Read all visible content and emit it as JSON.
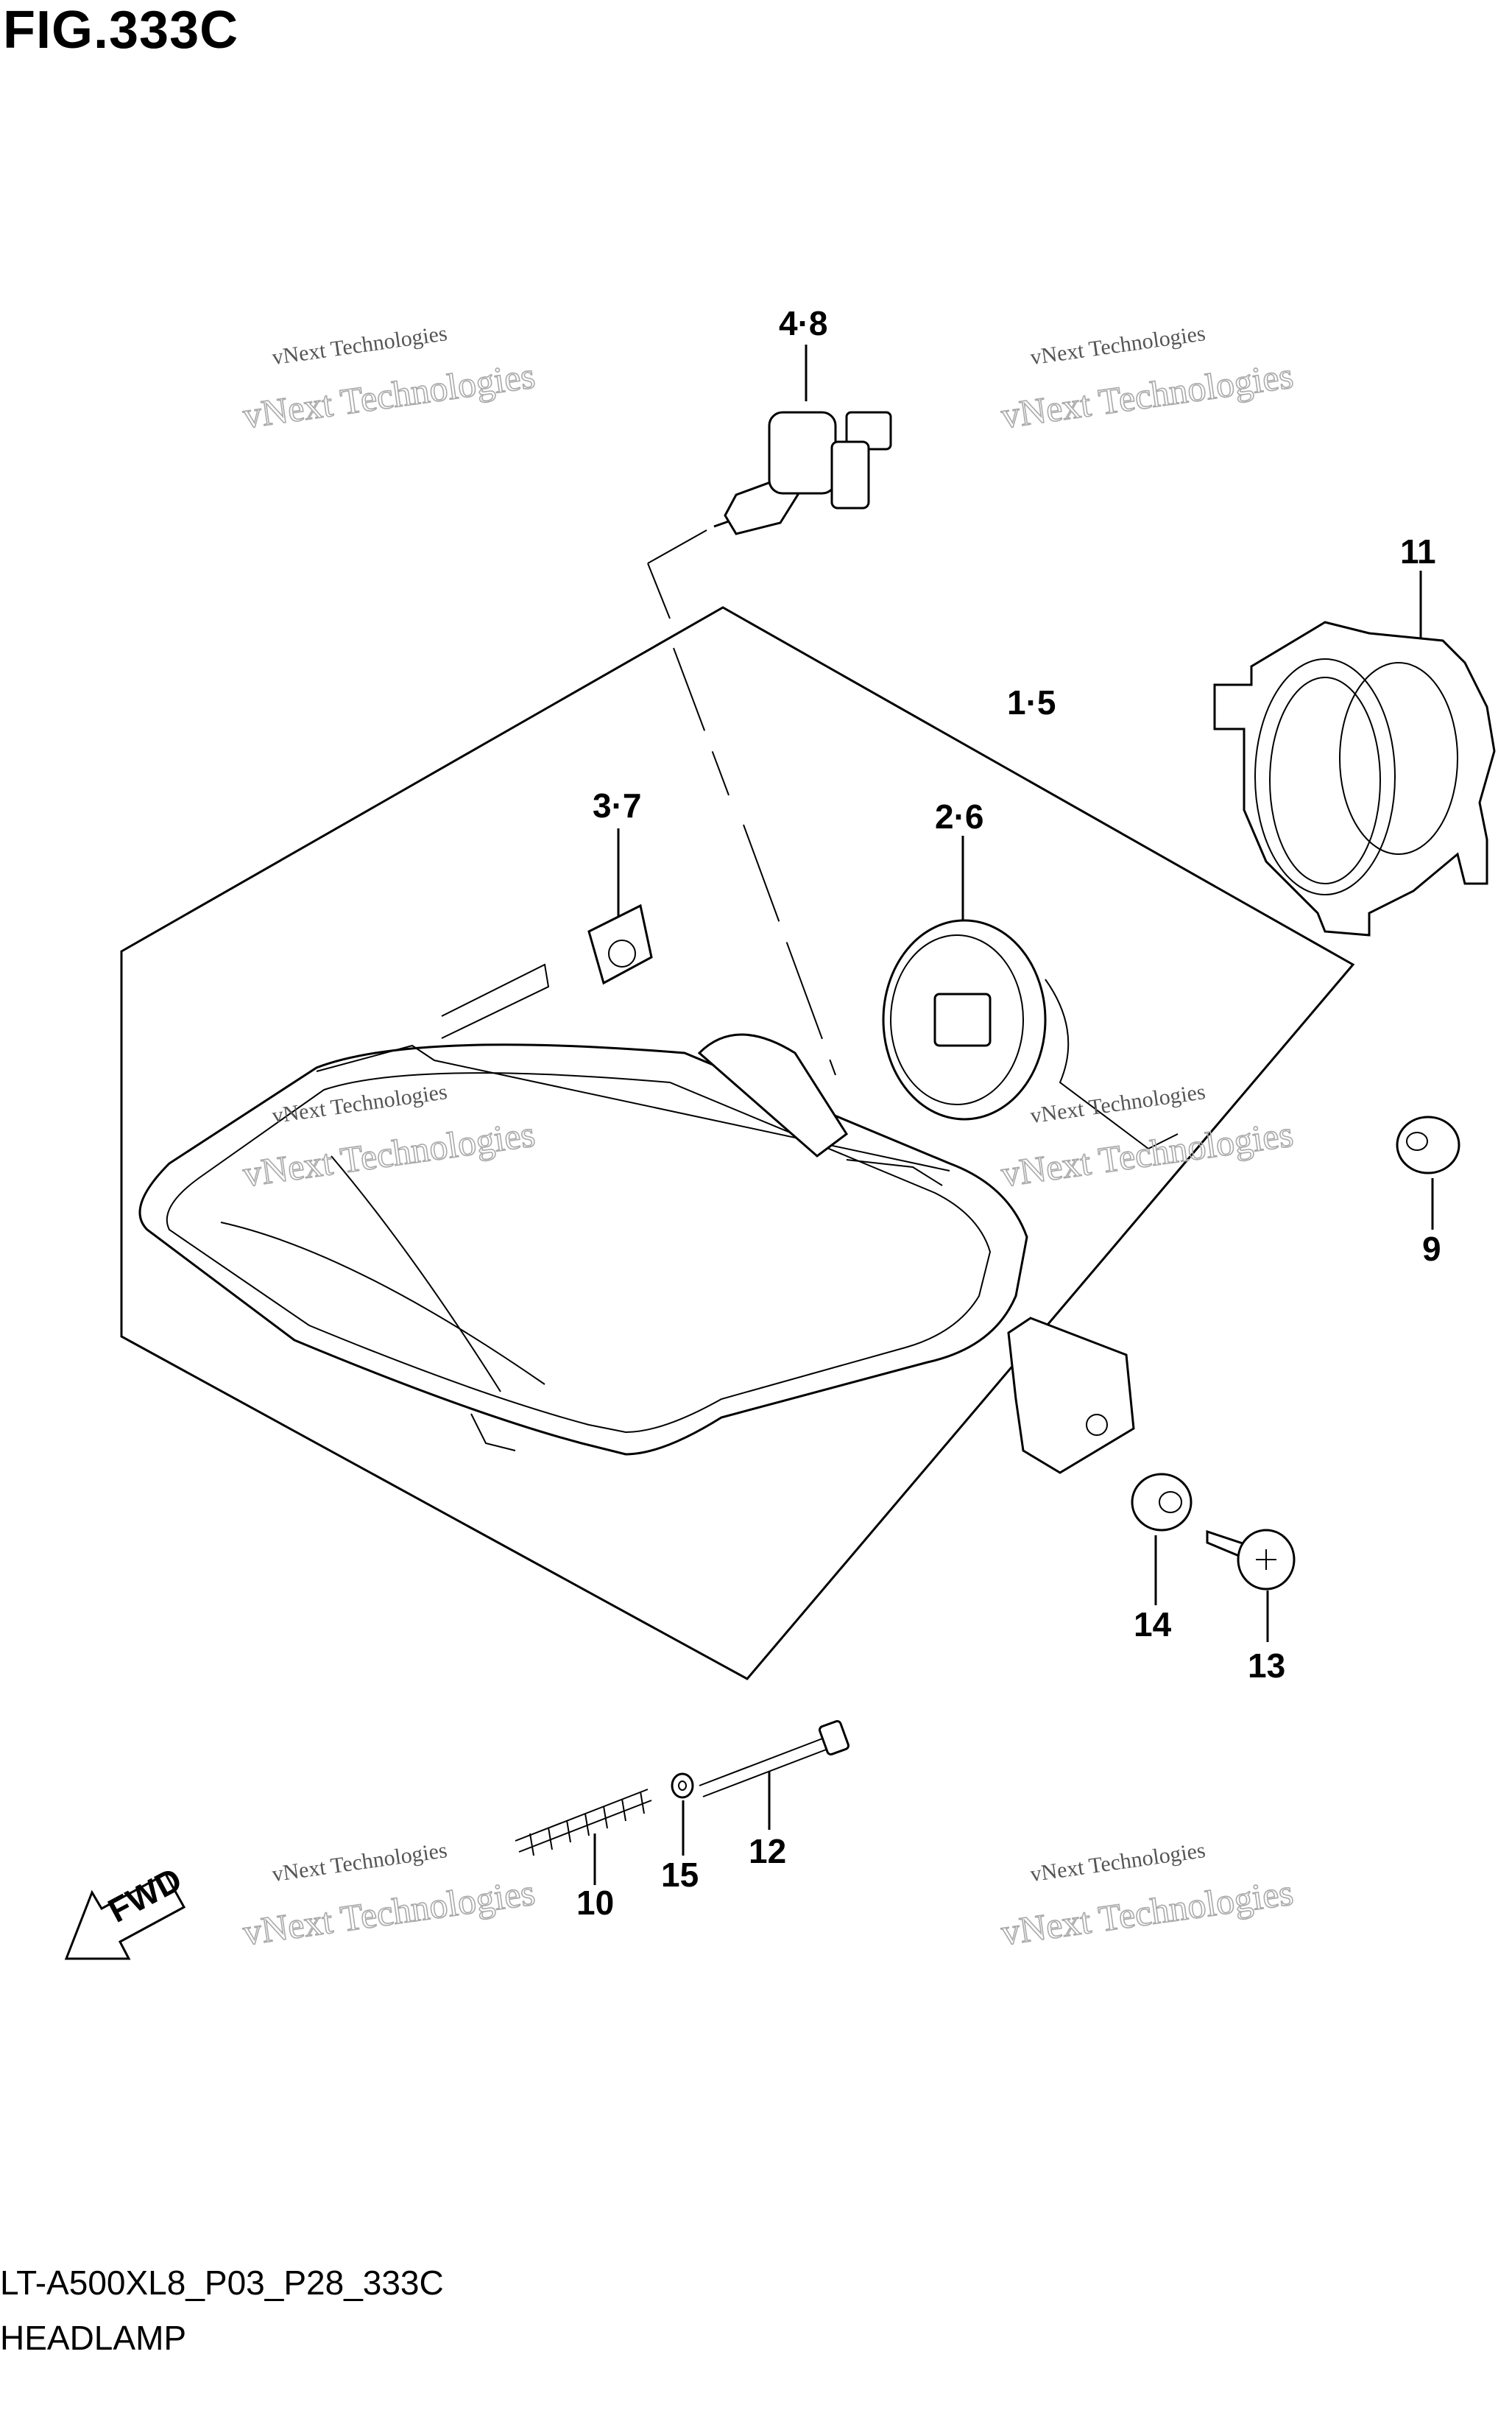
{
  "figure": {
    "title": "FIG.333C",
    "drawing_code": "LT-A500XL8_P03_P28_333C",
    "caption": "HEADLAMP"
  },
  "callouts": {
    "bulb": "4·8",
    "socket_cover": "11",
    "headlamp_assy": "1·5",
    "socket": "2·6",
    "clip": "3·7",
    "grommet": "9",
    "cushion": "14",
    "screw": "13",
    "spring": "10",
    "washer": "15",
    "adjust_screw": "12"
  },
  "forward_arrow": "FWD",
  "watermarks": [
    {
      "line1": "vNext Technologies",
      "line2": "vNext Technologies"
    },
    {
      "line1": "vNext Technologies",
      "line2": "vNext Technologies"
    },
    {
      "line1": "vNext Technologies",
      "line2": "vNext Technologies"
    },
    {
      "line1": "vNext Technologies",
      "line2": "vNext Technologies"
    },
    {
      "line1": "vNext Technologies",
      "line2": "vNext Technologies"
    },
    {
      "line1": "vNext Technologies",
      "line2": "vNext Technologies"
    }
  ],
  "colors": {
    "line": "#000000",
    "background": "#ffffff",
    "watermark": "#999999"
  }
}
